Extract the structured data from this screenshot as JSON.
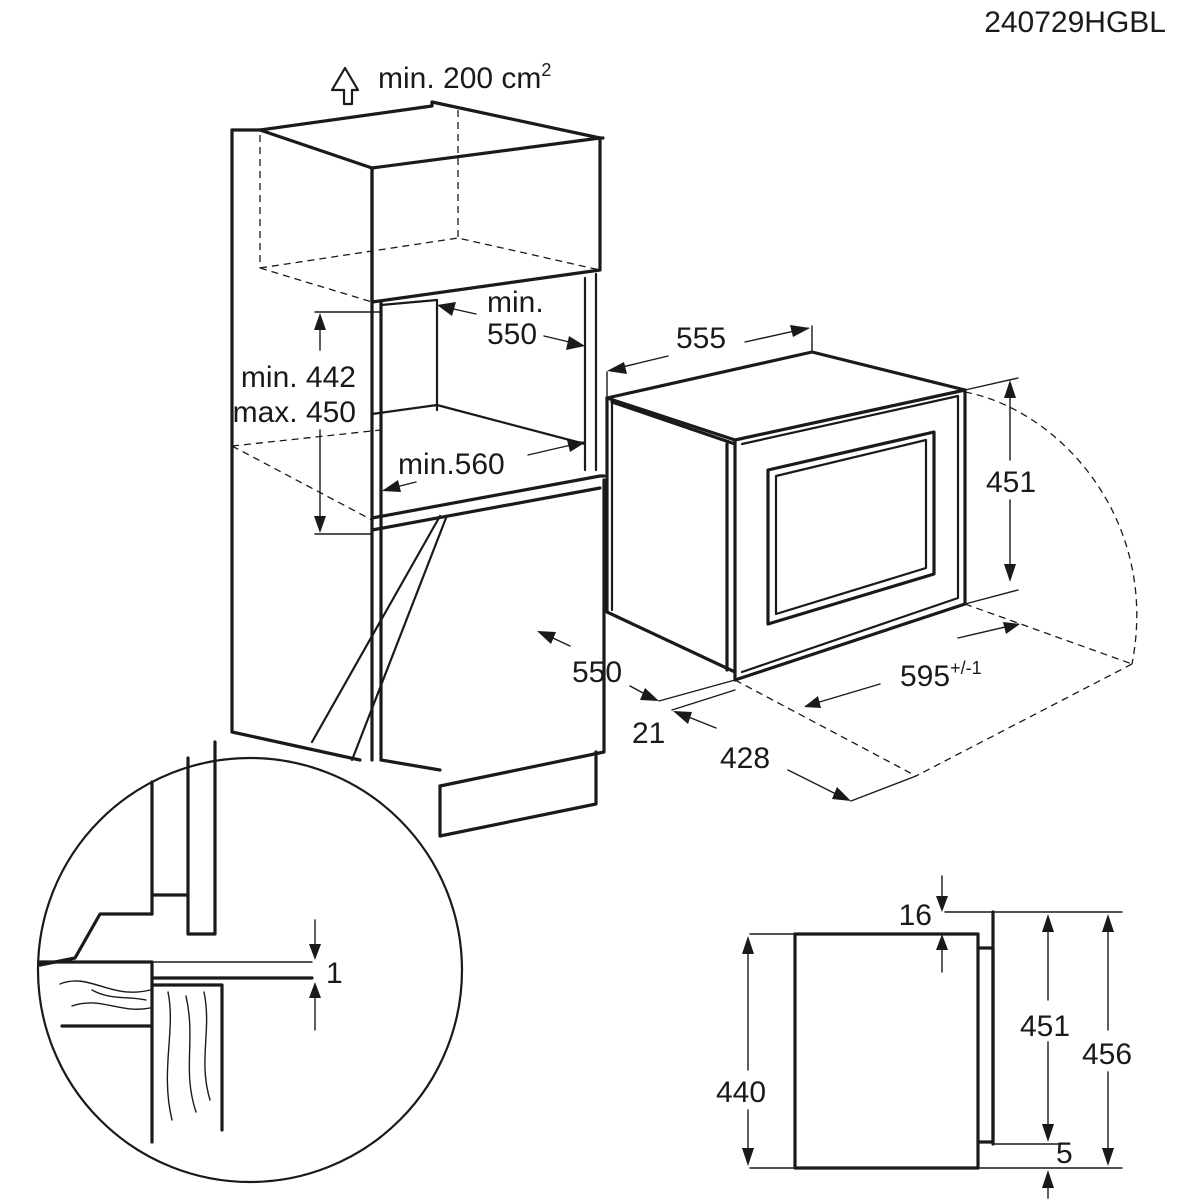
{
  "doc_code": "240729HGBL",
  "ventilation": {
    "label": "min. 200 cm",
    "sup": "2"
  },
  "niche": {
    "depth_label_1": "min.",
    "depth_label_2": "550",
    "height_label_1": "min. 442",
    "height_label_2": "max. 450",
    "width_label": "min.560"
  },
  "appliance": {
    "depth": "555",
    "height": "451",
    "width": "595",
    "width_tol": "+/-1",
    "side_depth": "550",
    "door_offset": "21",
    "open_depth": "428"
  },
  "detail": {
    "gap": "1"
  },
  "side_view": {
    "top_offset": "16",
    "front_height": "451",
    "total_height": "456",
    "body_height": "440",
    "bottom_offset": "5"
  }
}
